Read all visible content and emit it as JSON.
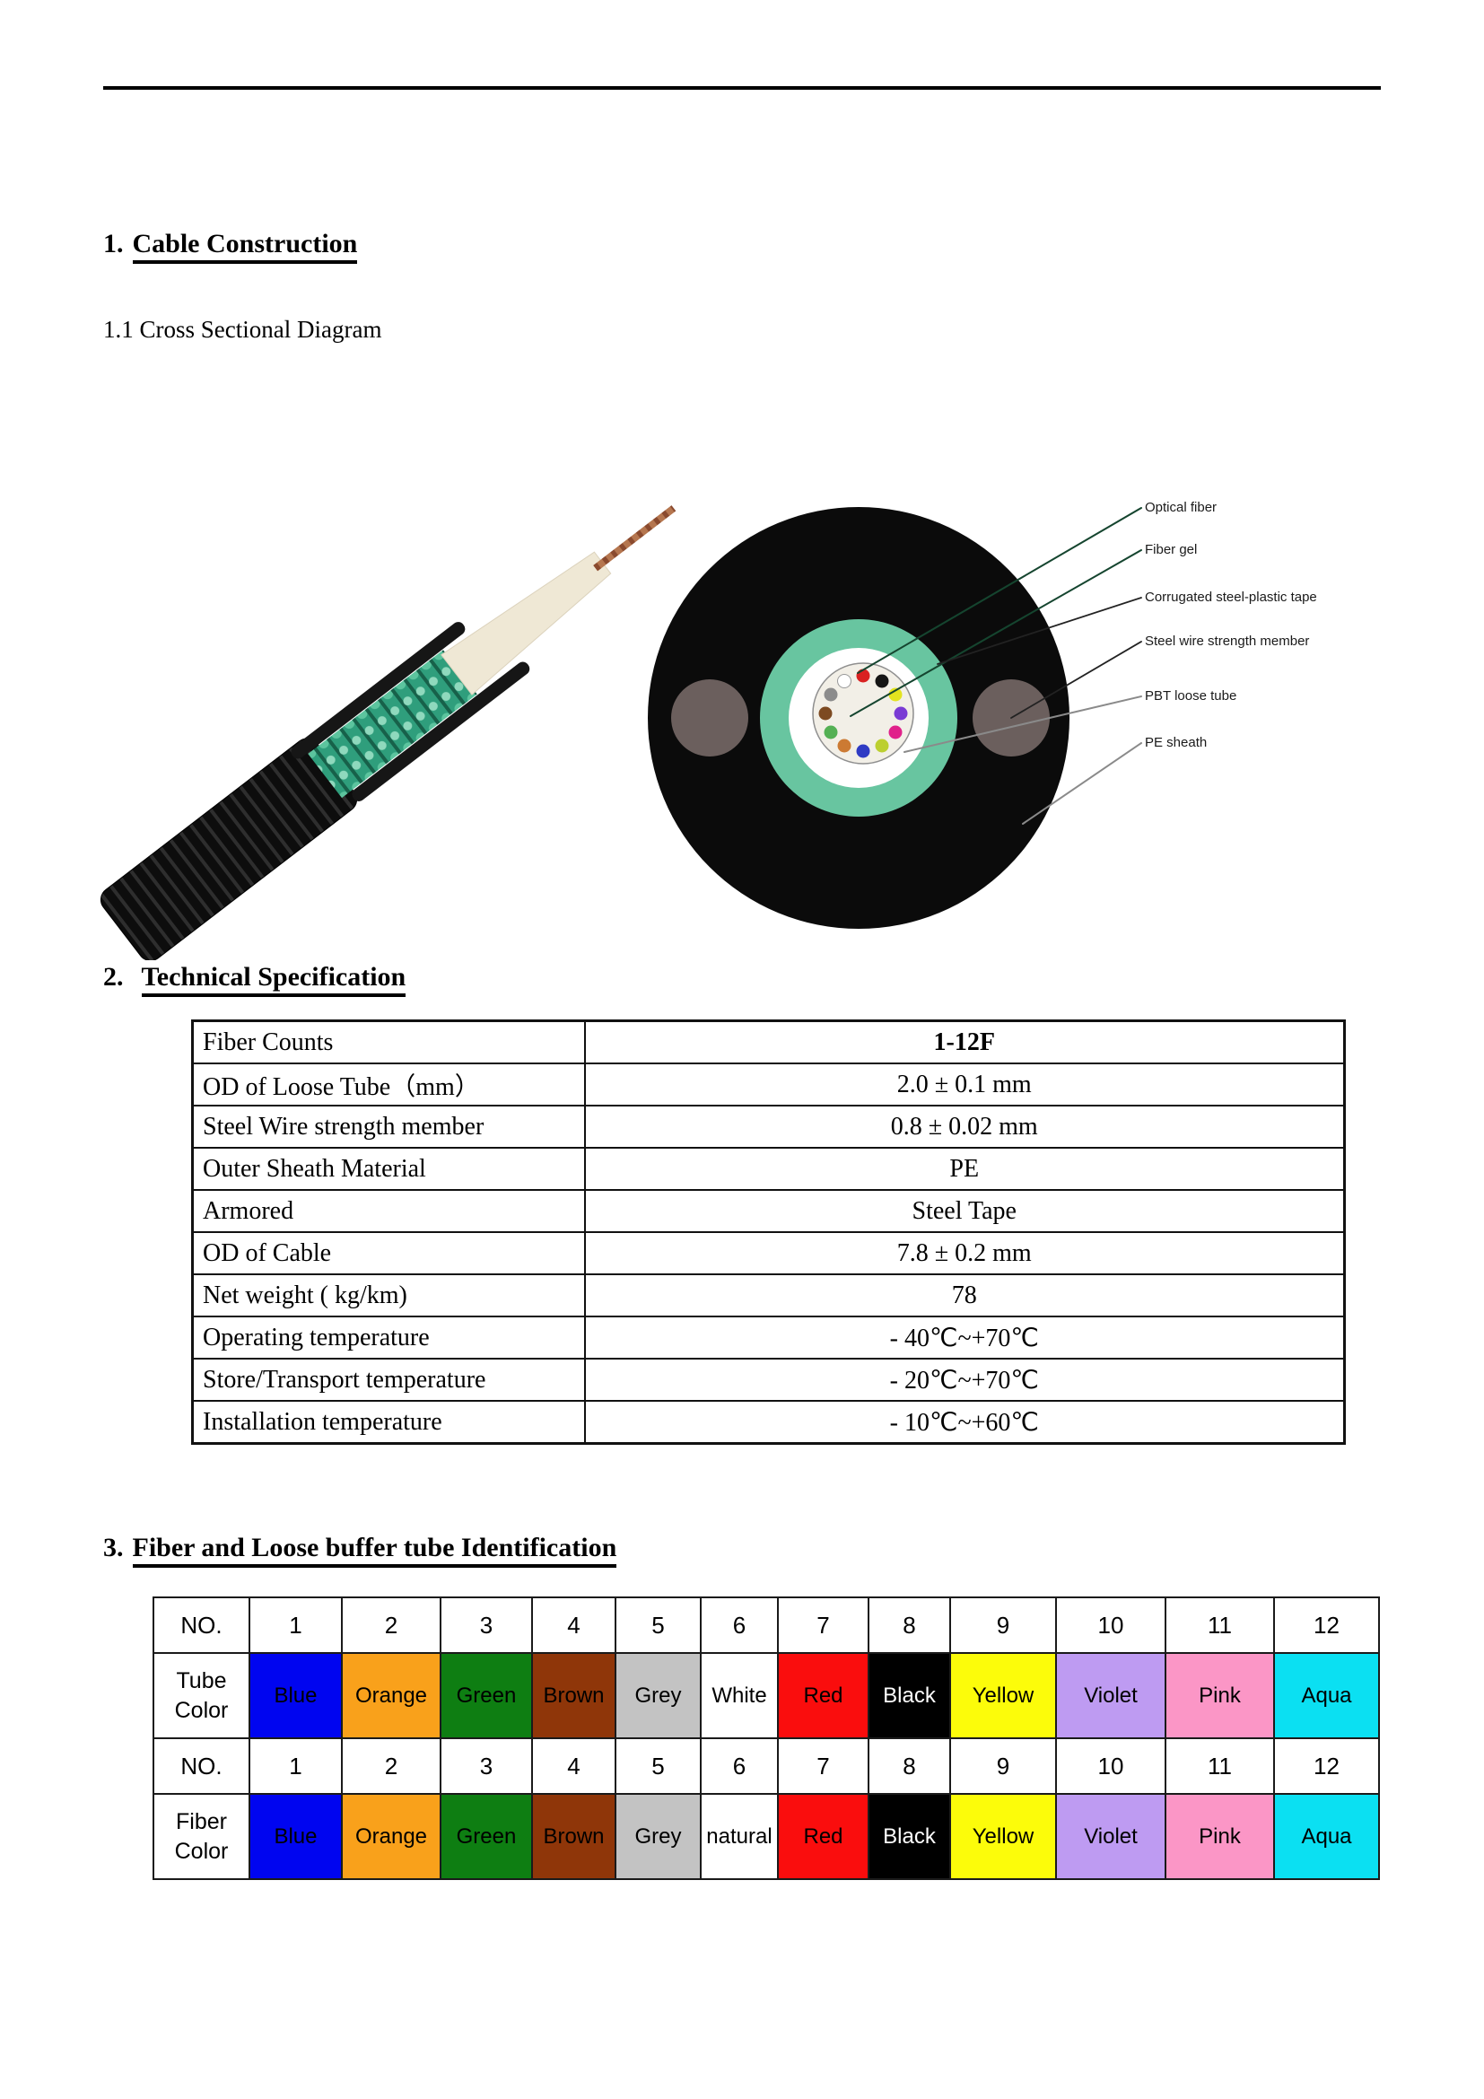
{
  "doc": {
    "sections": [
      {
        "number": "1.",
        "title": "Cable Construction"
      },
      {
        "number": "2.",
        "title": "Technical Specification"
      },
      {
        "number": "3.",
        "title": "Fiber and Loose buffer tube Identification"
      }
    ],
    "sub_heading": "1.1 Cross Sectional Diagram"
  },
  "diagram": {
    "labels": [
      "Optical fiber",
      "Fiber gel",
      "Corrugated steel-plastic tape",
      "Steel wire strength member",
      "PBT loose tube",
      "PE sheath"
    ],
    "colors": {
      "pe_sheath": "#0b0b0b",
      "strength_member": "#6b5f5d",
      "tape_green": "#68C5A0",
      "tube_fill": "#f2efe7",
      "tube_stroke": "#8f8f8f",
      "cable_jacket": "#0d0d0d",
      "cable_tape": "#2f9e7c",
      "cable_loose_tube": "#efe8d5",
      "cable_wire": "#b5764f"
    },
    "fiber_dot_colors": [
      "#D92121",
      "#151515",
      "#E3E31F",
      "#7A3BD4",
      "#E0218A",
      "#BCCF2F",
      "#2F3BC4",
      "#CC7A33",
      "#54B054",
      "#7D4A21",
      "#8C8C8C",
      "#FFFFFF"
    ]
  },
  "spec_table": {
    "rows": [
      {
        "label": "Fiber Counts",
        "value": "1-12F"
      },
      {
        "label": "OD of Loose Tube（mm）",
        "value": "2.0 ± 0.1 mm"
      },
      {
        "label": "Steel Wire strength member",
        "value": "0.8 ± 0.02 mm"
      },
      {
        "label": "Outer Sheath Material",
        "value": "PE"
      },
      {
        "label": "Armored",
        "value": "Steel Tape"
      },
      {
        "label": "OD of Cable",
        "value": "7.8 ± 0.2 mm"
      },
      {
        "label": "Net weight ( kg/km)",
        "value": "78"
      },
      {
        "label": "Operating temperature",
        "value": "- 40℃~+70℃"
      },
      {
        "label": "Store/Transport temperature",
        "value": "- 20℃~+70℃"
      },
      {
        "label": "Installation temperature",
        "value": "- 10℃~+60℃"
      }
    ]
  },
  "id_table": {
    "no_label": "NO.",
    "numbers": [
      "1",
      "2",
      "3",
      "4",
      "5",
      "6",
      "7",
      "8",
      "9",
      "10",
      "11",
      "12"
    ],
    "tube_label": [
      "Tube",
      "Color"
    ],
    "fiber_label": [
      "Fiber",
      "Color"
    ],
    "tube_cells": [
      {
        "name": "Blue",
        "bg": "#0005F0",
        "fg": "#000000"
      },
      {
        "name": "Orange",
        "bg": "#F9A11B",
        "fg": "#000000"
      },
      {
        "name": "Green",
        "bg": "#0E7E12",
        "fg": "#000000"
      },
      {
        "name": "Brown",
        "bg": "#8F3609",
        "fg": "#000000"
      },
      {
        "name": "Grey",
        "bg": "#C3C3C3",
        "fg": "#000000"
      },
      {
        "name": "White",
        "bg": "#FFFFFF",
        "fg": "#000000"
      },
      {
        "name": "Red",
        "bg": "#FA0D0D",
        "fg": "#000000"
      },
      {
        "name": "Black",
        "bg": "#000000",
        "fg": "#FFFFFF"
      },
      {
        "name": "Yellow",
        "bg": "#FCFC0A",
        "fg": "#000000"
      },
      {
        "name": "Violet",
        "bg": "#BE9BF2",
        "fg": "#000000"
      },
      {
        "name": "Pink",
        "bg": "#FB96C6",
        "fg": "#000000"
      },
      {
        "name": "Aqua",
        "bg": "#0BE0F2",
        "fg": "#000000"
      }
    ],
    "fiber_cells": [
      {
        "name": "Blue",
        "bg": "#0005F0",
        "fg": "#000000"
      },
      {
        "name": "Orange",
        "bg": "#F9A11B",
        "fg": "#000000"
      },
      {
        "name": "Green",
        "bg": "#0E7E12",
        "fg": "#000000"
      },
      {
        "name": "Brown",
        "bg": "#8F3609",
        "fg": "#000000"
      },
      {
        "name": "Grey",
        "bg": "#C3C3C3",
        "fg": "#000000"
      },
      {
        "name": "natural",
        "bg": "#FFFFFF",
        "fg": "#000000"
      },
      {
        "name": "Red",
        "bg": "#FA0D0D",
        "fg": "#000000"
      },
      {
        "name": "Black",
        "bg": "#000000",
        "fg": "#FFFFFF"
      },
      {
        "name": "Yellow",
        "bg": "#FCFC0A",
        "fg": "#000000"
      },
      {
        "name": "Violet",
        "bg": "#BE9BF2",
        "fg": "#000000"
      },
      {
        "name": "Pink",
        "bg": "#FB96C6",
        "fg": "#000000"
      },
      {
        "name": "Aqua",
        "bg": "#0BE0F2",
        "fg": "#000000"
      }
    ]
  }
}
